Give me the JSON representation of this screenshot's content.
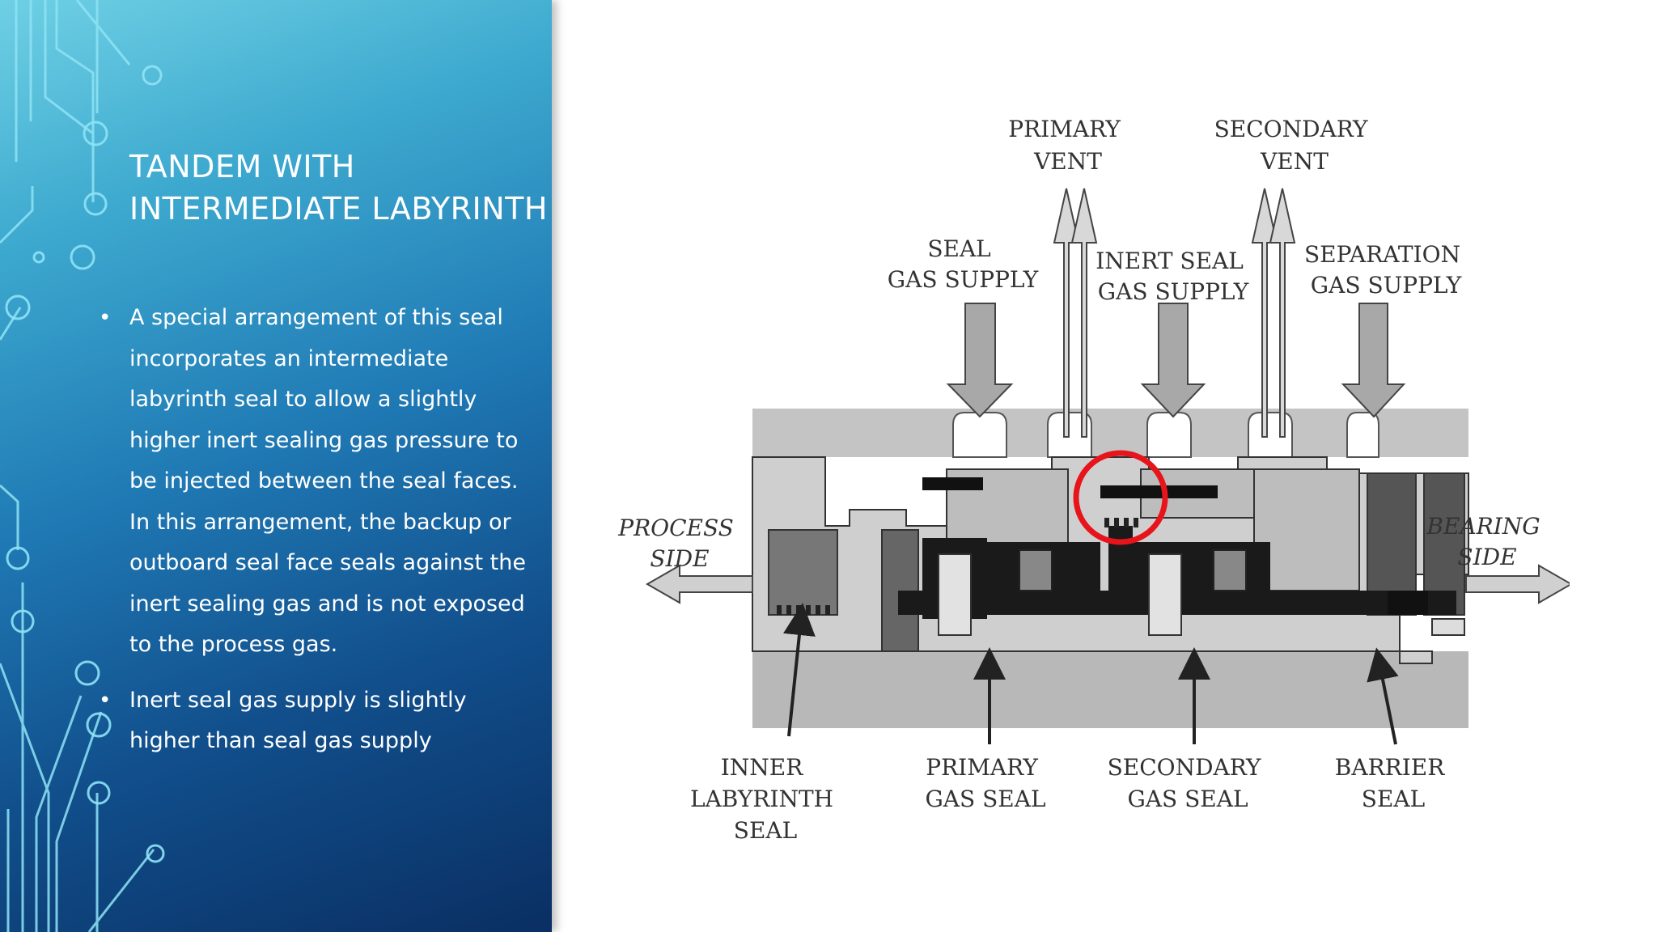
{
  "slide": {
    "title_lines": [
      "TANDEM WITH",
      "INTERMEDIATE LABYRINTH"
    ],
    "bullets": [
      "A special arrangement of this seal incorporates an intermediate labyrinth seal to allow a slightly higher inert sealing gas pressure to be injected between the seal faces. In this arrangement, the backup or outboard seal face seals against the inert sealing gas and is not exposed to the process gas.",
      "Inert seal gas supply is slightly higher than seal gas supply"
    ]
  },
  "diagram": {
    "labels": {
      "primary_vent": [
        "PRIMARY",
        "VENT"
      ],
      "secondary_vent": [
        "SECONDARY",
        "VENT"
      ],
      "seal_gas_supply": [
        "SEAL",
        "GAS SUPPLY"
      ],
      "inert_seal_gas_supply": [
        "INERT SEAL",
        "GAS SUPPLY"
      ],
      "separation_gas_supply": [
        "SEPARATION",
        "GAS SUPPLY"
      ],
      "process_side": [
        "PROCESS",
        "SIDE"
      ],
      "bearing_side": [
        "BEARING",
        "SIDE"
      ],
      "inner_labyrinth_seal": [
        "INNER",
        "LABYRINTH",
        "SEAL"
      ],
      "primary_gas_seal": [
        "PRIMARY",
        "GAS SEAL"
      ],
      "secondary_gas_seal": [
        "SECONDARY",
        "GAS SEAL"
      ],
      "barrier_seal": [
        "BARRIER",
        "SEAL"
      ]
    },
    "colors": {
      "highlight_circle": "#e8141b",
      "housing": "#c8c8c8",
      "shaft": "#b4b4b4",
      "rotor_dark": "#1a1a1a"
    }
  }
}
